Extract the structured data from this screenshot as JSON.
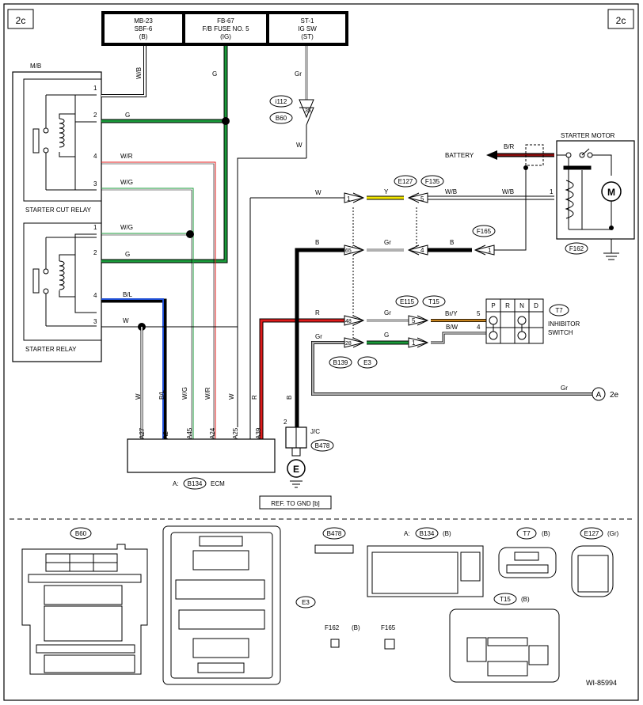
{
  "page_tags": {
    "left": "2c",
    "right": "2c",
    "exit_2e": "2e",
    "exit_A": "A"
  },
  "top_sources": [
    {
      "l1": "MB-23",
      "l2": "SBF-6",
      "l3": "(B)"
    },
    {
      "l1": "FB-67",
      "l2": "F/B FUSE NO. 5",
      "l3": "(IG)"
    },
    {
      "l1": "ST-1",
      "l2": "IG SW",
      "l3": "(ST)"
    }
  ],
  "labels": {
    "mb": "M/B",
    "cut_relay": "STARTER CUT RELAY",
    "starter_relay": "STARTER RELAY",
    "starter_motor": "STARTER MOTOR",
    "battery": "BATTERY",
    "inhibitor1": "INHIBITOR",
    "inhibitor2": "SWITCH",
    "ecm_prefix": "A:",
    "ecm": "ECM",
    "jc": "J/C",
    "ref_gnd": "REF. TO GND [b]",
    "doc_id": "WI-85994",
    "motor_M": "M",
    "gnd_E": "E"
  },
  "pins": {
    "cut": [
      "1",
      "2",
      "4",
      "3"
    ],
    "rel": [
      "1",
      "2",
      "4",
      "3"
    ],
    "motor": "1",
    "jc": "2",
    "inh": [
      "5",
      "4"
    ],
    "i112": "35"
  },
  "wires": {
    "wb": "W/B",
    "g": "G",
    "gr": "Gr",
    "w": "W",
    "wr": "W/R",
    "wg": "W/G",
    "bl": "B/L",
    "b": "B",
    "r": "R",
    "y": "Y",
    "br": "B/R",
    "bry": "Br/Y",
    "bw": "B/W"
  },
  "connectors": {
    "i112": "i112",
    "b60": "B60",
    "e127": "E127",
    "f135": "F135",
    "f165": "F165",
    "f162": "F162",
    "e115": "E115",
    "t15": "T15",
    "t7": "T7",
    "b139": "B139",
    "e3": "E3",
    "b478": "B478",
    "b134": "B134"
  },
  "inline_pins": {
    "c1": "1",
    "c5": "5",
    "c65": "65",
    "c4": "4",
    "c1b": "1",
    "c48": "48",
    "c5b": "5",
    "c28": "28",
    "c1c": "1"
  },
  "ecm_pins": [
    "A27",
    "A2",
    "A45",
    "A24",
    "A25",
    "A39"
  ],
  "inhibitor_positions": [
    "P",
    "R",
    "N",
    "D"
  ],
  "bottom": {
    "b60": "B60",
    "e3": "E3",
    "b478": "B478",
    "b134_prefix": "A:",
    "b134": "B134",
    "b134_color": "(B)",
    "t7": "T7",
    "t7_color": "(B)",
    "e127": "E127",
    "e127_color": "(Gr)",
    "t15": "T15",
    "t15_color": "(B)",
    "f162": "F162",
    "f162_color": "(B)",
    "f165": "F165"
  },
  "colors": {
    "green": "#1a9a3a",
    "red": "#e01b1b",
    "yellow": "#f2e600",
    "brown_orange": "#c8841e",
    "gray": "#b0b0b0"
  }
}
